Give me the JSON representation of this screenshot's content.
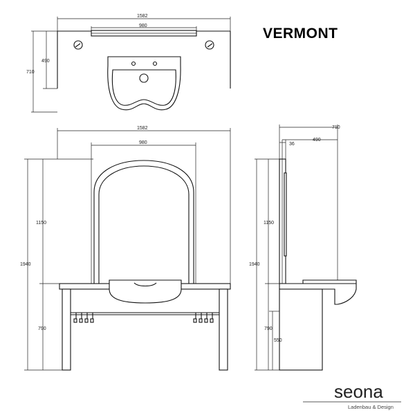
{
  "title": "VERMONT",
  "brand": {
    "name": "seona",
    "tagline": "Ladenbau & Design"
  },
  "plan_view": {
    "width_total": "1582",
    "width_inner": "980",
    "depth_total": "710",
    "depth_inner": "490"
  },
  "front_view": {
    "width_total": "1582",
    "width_inner": "980",
    "height_total": "1940",
    "height_mirror": "1150",
    "height_table": "790"
  },
  "side_view": {
    "depth_total": "710",
    "depth_inner": "490",
    "mirror_thickness": "36",
    "height_total": "1940",
    "height_mirror": "1150",
    "height_table": "790",
    "height_seat": "550"
  }
}
